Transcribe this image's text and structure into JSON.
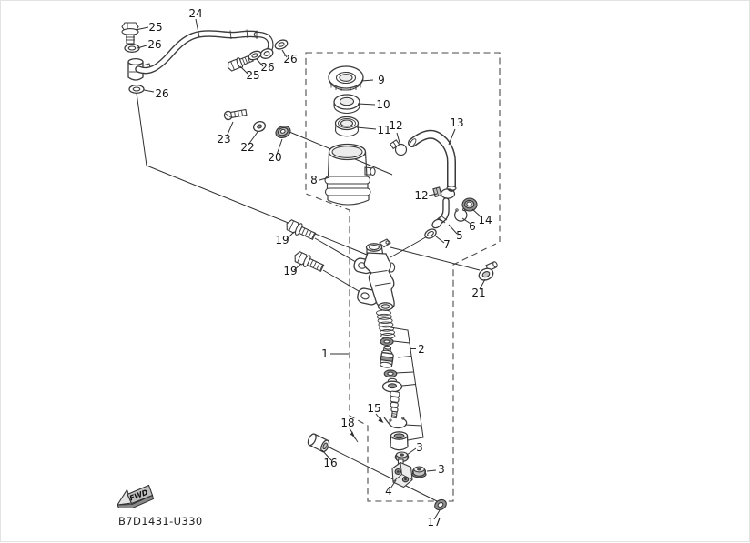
{
  "diagram": {
    "drawing_number": "B7D1431-U330",
    "orientation_marker": "FWD",
    "colors": {
      "ink": "#3a3a3a",
      "background": "#ffffff"
    },
    "callouts": [
      {
        "label": "24"
      },
      {
        "label": "25"
      },
      {
        "label": "26"
      },
      {
        "label": "26"
      },
      {
        "label": "25"
      },
      {
        "label": "26"
      },
      {
        "label": "26"
      },
      {
        "label": "9"
      },
      {
        "label": "10"
      },
      {
        "label": "11"
      },
      {
        "label": "12"
      },
      {
        "label": "13"
      },
      {
        "label": "23"
      },
      {
        "label": "22"
      },
      {
        "label": "20"
      },
      {
        "label": "8"
      },
      {
        "label": "12"
      },
      {
        "label": "14"
      },
      {
        "label": "6"
      },
      {
        "label": "5"
      },
      {
        "label": "7"
      },
      {
        "label": "19"
      },
      {
        "label": "19"
      },
      {
        "label": "21"
      },
      {
        "label": "1"
      },
      {
        "label": "2"
      },
      {
        "label": "15"
      },
      {
        "label": "18"
      },
      {
        "label": "16"
      },
      {
        "label": "3"
      },
      {
        "label": "3"
      },
      {
        "label": "4"
      },
      {
        "label": "17"
      }
    ]
  }
}
